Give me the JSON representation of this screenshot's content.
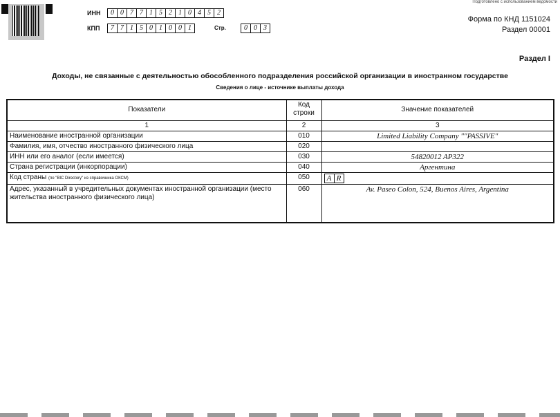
{
  "header": {
    "prepared_note": "Подготовлено с использованием ведомости",
    "inn_label": "ИНН",
    "inn_digits": [
      "0",
      "0",
      "7",
      "7",
      "1",
      "5",
      "2",
      "1",
      "0",
      "4",
      "5",
      "2"
    ],
    "kpp_label": "КПП",
    "kpp_digits": [
      "7",
      "7",
      "1",
      "5",
      "0",
      "1",
      "0",
      "0",
      "1"
    ],
    "page_label": "Стр.",
    "page_digits": [
      "0",
      "0",
      "3"
    ],
    "form_code": "Форма по КНД 1151024",
    "section_code": "Раздел 00001"
  },
  "section_title": "Раздел I",
  "title": "Доходы, не связанные с деятельностью обособленного подразделения российской организации в иностранном государстве",
  "subtitle": "Сведения о лице - источнике выплаты дохода",
  "table": {
    "headers": [
      "Показатели",
      "Код строки",
      "Значение показателей"
    ],
    "numbers": [
      "1",
      "2",
      "3"
    ],
    "rows": [
      {
        "label": "Наименование иностранной организации",
        "note": "",
        "code": "010",
        "value": "Limited Liability Company \"\"PASSIVE\""
      },
      {
        "label": "Фамилия, имя, отчество иностранного физического лица",
        "note": "",
        "code": "020",
        "value": ""
      },
      {
        "label": "ИНН или его аналог (если имеется)",
        "note": "",
        "code": "030",
        "value": "54820012 AP322"
      },
      {
        "label": "Страна регистрации (инкорпорации)",
        "note": "",
        "code": "040",
        "value": "Аргентина"
      },
      {
        "label": "Код страны",
        "note": "(по \"BIC Directory\" из справочника ОКСМ)",
        "code": "050",
        "value_boxes": [
          "A",
          "R"
        ]
      },
      {
        "label": "Адрес, указанный в учредительных документах иностранной организации (место жительства иностранного физического лица)",
        "note": "",
        "code": "060",
        "value": "Av. Paseo Colon, 524, Buenos Aires, Argentina"
      }
    ]
  }
}
